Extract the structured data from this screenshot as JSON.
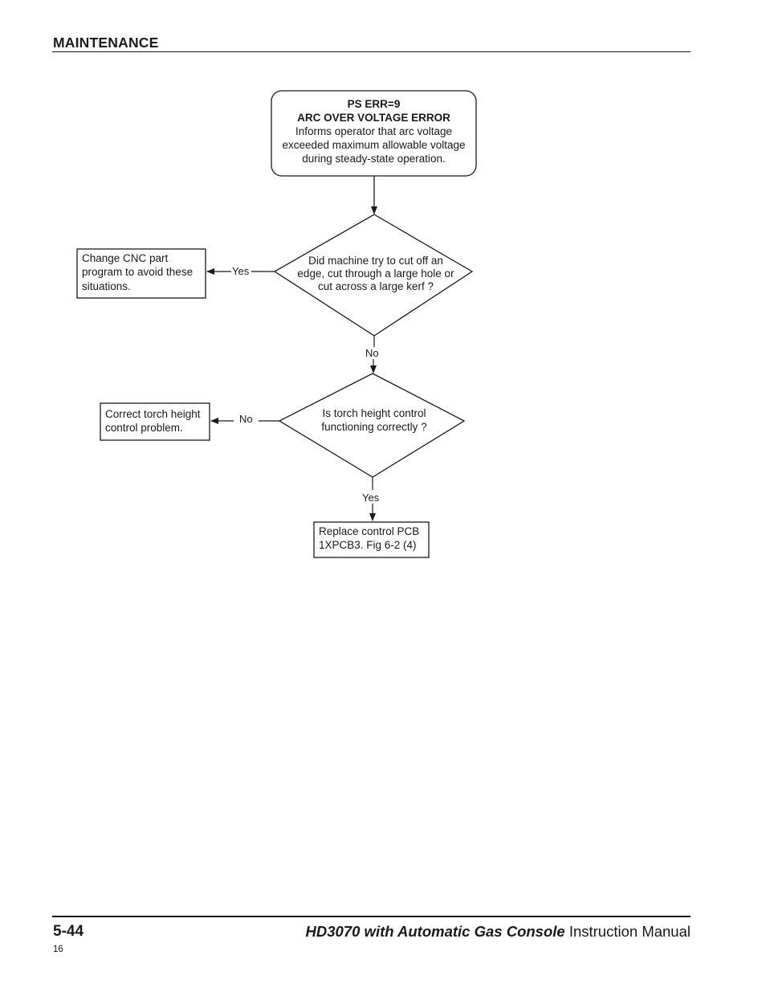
{
  "header": {
    "section": "MAINTENANCE"
  },
  "flowchart": {
    "start": {
      "code": "PS ERR=9",
      "title": "ARC OVER VOLTAGE ERROR",
      "lines": [
        "Informs operator that arc voltage",
        "exceeded maximum allowable voltage",
        "during steady-state operation."
      ]
    },
    "decision1": {
      "lines": [
        "Did machine try to cut off an",
        "edge, cut through a large hole or",
        "cut across a large kerf  ?"
      ],
      "yes_label": "Yes",
      "no_label": "No"
    },
    "action1": {
      "lines": [
        "Change CNC part",
        "program to avoid these",
        "situations."
      ]
    },
    "decision2": {
      "lines": [
        "Is torch height control",
        "functioning correctly  ?"
      ],
      "no_label": "No",
      "yes_label": "Yes"
    },
    "action2": {
      "lines": [
        "Correct torch height",
        "control problem."
      ]
    },
    "action3": {
      "lines": [
        "Replace control PCB",
        "1XPCB3. Fig 6-2 (4)"
      ]
    }
  },
  "footer": {
    "page_number": "5-44",
    "product": "HD3070 with Automatic Gas Console",
    "suffix": "Instruction Manual",
    "sheet": "16"
  }
}
